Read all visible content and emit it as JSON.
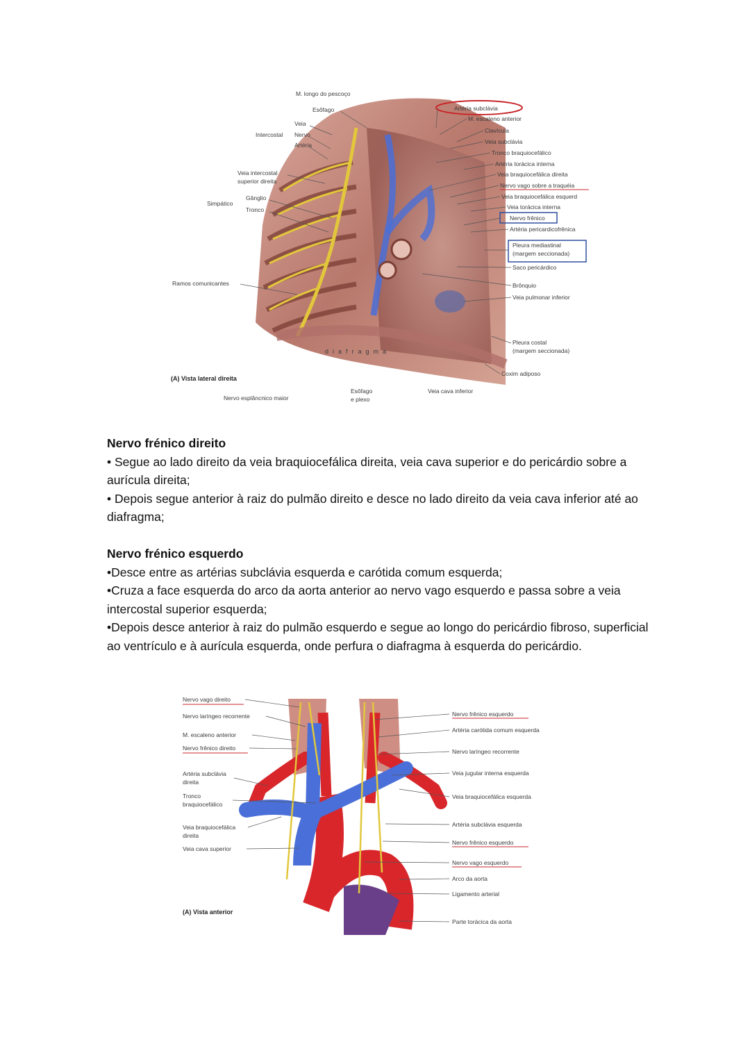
{
  "figure_a": {
    "caption": "(A) Vista lateral direita",
    "label_diaphragm": "diafragma",
    "labels_left": {
      "m_longo_pescoco": "M. longo do pescoço",
      "esofago": "Esôfago",
      "intercostal": "Intercostal",
      "veia": "Veia",
      "nervo": "Nervo",
      "arteria": "Artéria",
      "veia_intercostal_1": "Veia intercostal",
      "veia_intercostal_2": "superior direita",
      "simpatico": "Simpático",
      "ganglio": "Gânglio",
      "tronco": "Tronco",
      "ramos": "Ramos comunicantes",
      "nervo_esplancnico": "Nervo esplâncnico maior",
      "esofago_plexo_1": "Esôfago",
      "esofago_plexo_2": "e plexo",
      "veia_cava_inferior": "Veia cava inferior"
    },
    "labels_right": [
      "Artéria subclávia",
      "M. escaleno anterior",
      "Clavícula",
      "Veia subclávia",
      "Tronco braquiocefálico",
      "Artéria torácica interna",
      "Veia braquiocefálica direita",
      "Nervo vago sobre a traquéia",
      "Veia braquiocefálica esquerd",
      "Veia torácica interna",
      "Nervo frênico",
      "Artéria pericardicofrênica",
      "Pleura mediastinal",
      "(margem seccionada)",
      "Saco pericárdico",
      "Brônquio",
      "Veia pulmonar inferior",
      "Pleura costal",
      "(margem seccionada)",
      "Coxim adiposo"
    ]
  },
  "section_right": {
    "title": "Nervo frénico direito",
    "p1": "• Segue ao lado direito da veia braquiocefálica direita, veia cava superior e do pericárdio sobre a aurícula direita;",
    "p2": "• Depois segue anterior à raiz do pulmão direito e desce no lado direito da veia cava inferior até ao diafragma;"
  },
  "section_left": {
    "title": "Nervo frénico esquerdo",
    "p1": "•Desce entre as artérias subclávia esquerda e carótida comum esquerda;",
    "p2": "•Cruza a face esquerda do arco da aorta anterior ao nervo vago esquerdo e passa sobre a veia intercostal superior esquerda;",
    "p3": "•Depois desce anterior à raiz do pulmão esquerdo e segue ao longo do pericárdio fibroso, superficial ao ventrículo e à aurícula esquerda, onde perfura o diafragma à esquerda do pericárdio."
  },
  "figure_b": {
    "caption": "(A) Vista anterior",
    "labels_left": [
      "Nervo vago direito",
      "Nervo laríngeo recorrente",
      "M. escaleno anterior",
      "Nervo frênico direito",
      "Artéria subclávia",
      "direita",
      "Tronco",
      "braquiocefálico",
      "Veia braquiocefálica",
      "direita",
      "Veia cava superior"
    ],
    "labels_right": [
      "Nervo frênico esquerdo",
      "Artéria carótida comum esquerda",
      "Nervo laríngeo recorrente",
      "Veia jugular interna esquerda",
      "Veia braquiocefálica esquerda",
      "Artéria subclávia esquerda",
      "Nervo frênico esquerdo",
      "Nervo vago esquerdo",
      "Arco da aorta",
      "Ligamento arterial",
      "Parte torácica da aorta"
    ]
  },
  "colors": {
    "artery": "#d8262b",
    "vein": "#4a6fd8",
    "nerve": "#e2c73c",
    "muscle": "#c77a6e",
    "highlight": "#c8262b",
    "box": "#2f4f9f"
  }
}
